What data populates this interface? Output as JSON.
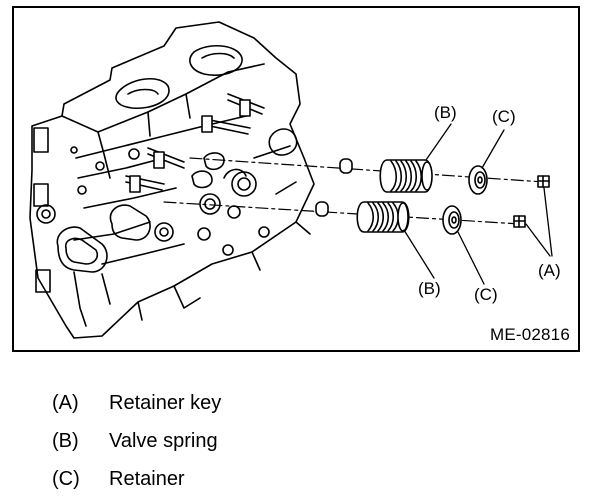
{
  "figure": {
    "code": "ME-02816",
    "callouts": {
      "a": "(A)",
      "b": "(B)",
      "c": "(C)"
    },
    "stroke_color": "#000000",
    "background_color": "#ffffff"
  },
  "legend": {
    "items": [
      {
        "key": "(A)",
        "text": "Retainer key"
      },
      {
        "key": "(B)",
        "text": "Valve spring"
      },
      {
        "key": "(C)",
        "text": "Retainer"
      }
    ]
  }
}
